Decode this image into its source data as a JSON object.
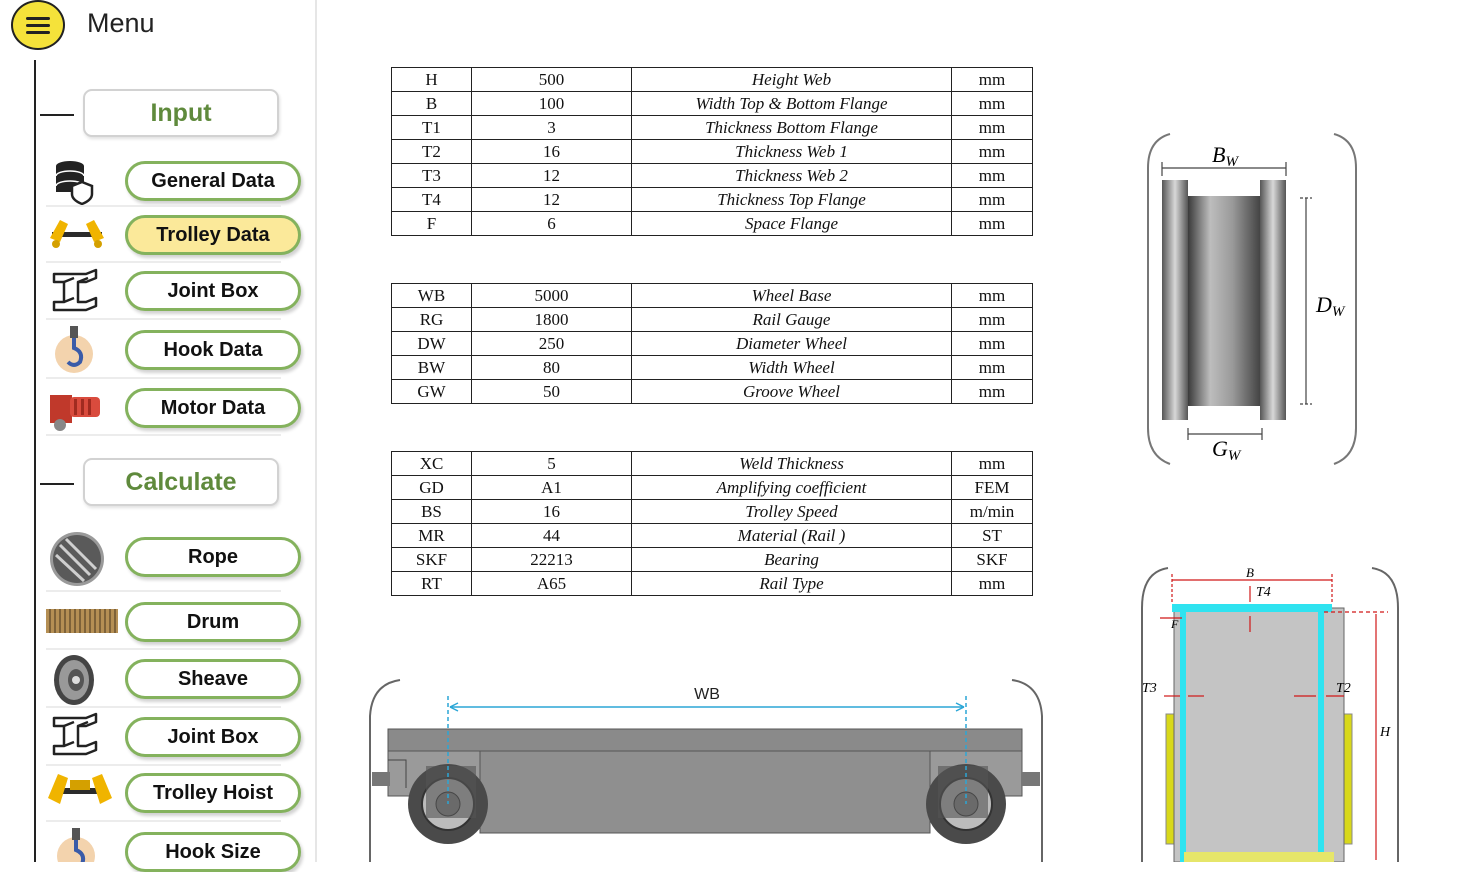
{
  "sidebar": {
    "menu_label": "Menu",
    "sections": {
      "input": "Input",
      "calculate": "Calculate"
    },
    "input_items": [
      {
        "label": "General Data",
        "icon": "database-shield-icon",
        "active": false
      },
      {
        "label": "Trolley Data",
        "icon": "crane-trolley-icon",
        "active": true
      },
      {
        "label": "Joint Box",
        "icon": "steel-beam-icon",
        "active": false
      },
      {
        "label": "Hook Data",
        "icon": "crane-hook-icon",
        "active": false
      },
      {
        "label": "Motor Data",
        "icon": "gear-motor-icon",
        "active": false
      }
    ],
    "calculate_items": [
      {
        "label": "Rope",
        "icon": "wire-rope-icon"
      },
      {
        "label": "Drum",
        "icon": "drum-icon"
      },
      {
        "label": "Sheave",
        "icon": "sheave-icon"
      },
      {
        "label": "Joint Box",
        "icon": "steel-beam-icon"
      },
      {
        "label": "Trolley Hoist",
        "icon": "crane-trolley-icon"
      },
      {
        "label": "Hook Size",
        "icon": "crane-hook-icon"
      }
    ]
  },
  "tables": {
    "box_section": [
      [
        "H",
        "500",
        "Height Web",
        "mm"
      ],
      [
        "B",
        "100",
        "Width Top & Bottom  Flange",
        "mm"
      ],
      [
        "T1",
        "3",
        "Thickness Bottom Flange",
        "mm"
      ],
      [
        "T2",
        "16",
        "Thickness Web 1",
        "mm"
      ],
      [
        "T3",
        "12",
        "Thickness Web 2",
        "mm"
      ],
      [
        "T4",
        "12",
        "Thickness Top Flange",
        "mm"
      ],
      [
        "F",
        "6",
        "Space Flange",
        "mm"
      ]
    ],
    "wheel": [
      [
        "WB",
        "5000",
        "Wheel Base",
        "mm"
      ],
      [
        "RG",
        "1800",
        "Rail Gauge",
        "mm"
      ],
      [
        "DW",
        "250",
        "Diameter Wheel",
        "mm"
      ],
      [
        "BW",
        "80",
        "Width Wheel",
        "mm"
      ],
      [
        "GW",
        "50",
        "Groove Wheel",
        "mm"
      ]
    ],
    "misc": [
      [
        "XC",
        "5",
        "Weld Thickness",
        "mm"
      ],
      [
        "GD",
        "A1",
        "Amplifying coefficient",
        "FEM"
      ],
      [
        "BS",
        "16",
        "Trolley Speed",
        "m/min"
      ],
      [
        "MR",
        "44",
        "Material (Rail )",
        "ST"
      ],
      [
        "SKF",
        "22213",
        "Bearing",
        "SKF"
      ],
      [
        "RT",
        "A65",
        "Rail Type",
        "mm"
      ]
    ]
  },
  "diagrams": {
    "wheel": {
      "bw": "B",
      "bw_sub": "W",
      "dw": "D",
      "dw_sub": "W",
      "gw": "G",
      "gw_sub": "W"
    },
    "trolley": {
      "wb": "WB"
    },
    "box": {
      "b": "B",
      "t4": "T4",
      "f": "F",
      "t3": "T3",
      "t2": "T2",
      "h": "H"
    }
  }
}
